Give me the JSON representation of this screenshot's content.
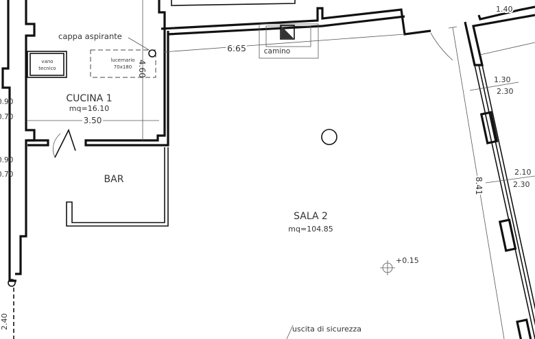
{
  "rooms": {
    "kitchen": {
      "name": "CUCINA  1",
      "area": "mq=16.10"
    },
    "bar": {
      "name": "BAR"
    },
    "hall": {
      "name": "SALA  2",
      "area": "mq=104.85"
    }
  },
  "labels": {
    "hood": "cappa  aspirante",
    "skylight_line1": "lucernario",
    "skylight_line2": "70x180",
    "tech_line1": "vano",
    "tech_line2": "tecnico",
    "fireplace": "camino",
    "emergency_exit": "uscita  di  sicurezza",
    "level_mark": "+0.15"
  },
  "dimensions": {
    "kitchen_width": "3.50",
    "kitchen_depth": "4.60",
    "hall_top": "6.65",
    "hall_right": "8.41",
    "bottom_left": "2.40",
    "top_right": "1.40",
    "win_left_1_top": "0.90",
    "win_left_1_bottom": "0.70",
    "win_left_2_top": "0.90",
    "win_left_2_bottom": "0.70",
    "win_right_1_top": "1.30",
    "win_right_1_bottom": "2.30",
    "win_right_2_top": "2.10",
    "win_right_2_bottom": "2.30"
  }
}
